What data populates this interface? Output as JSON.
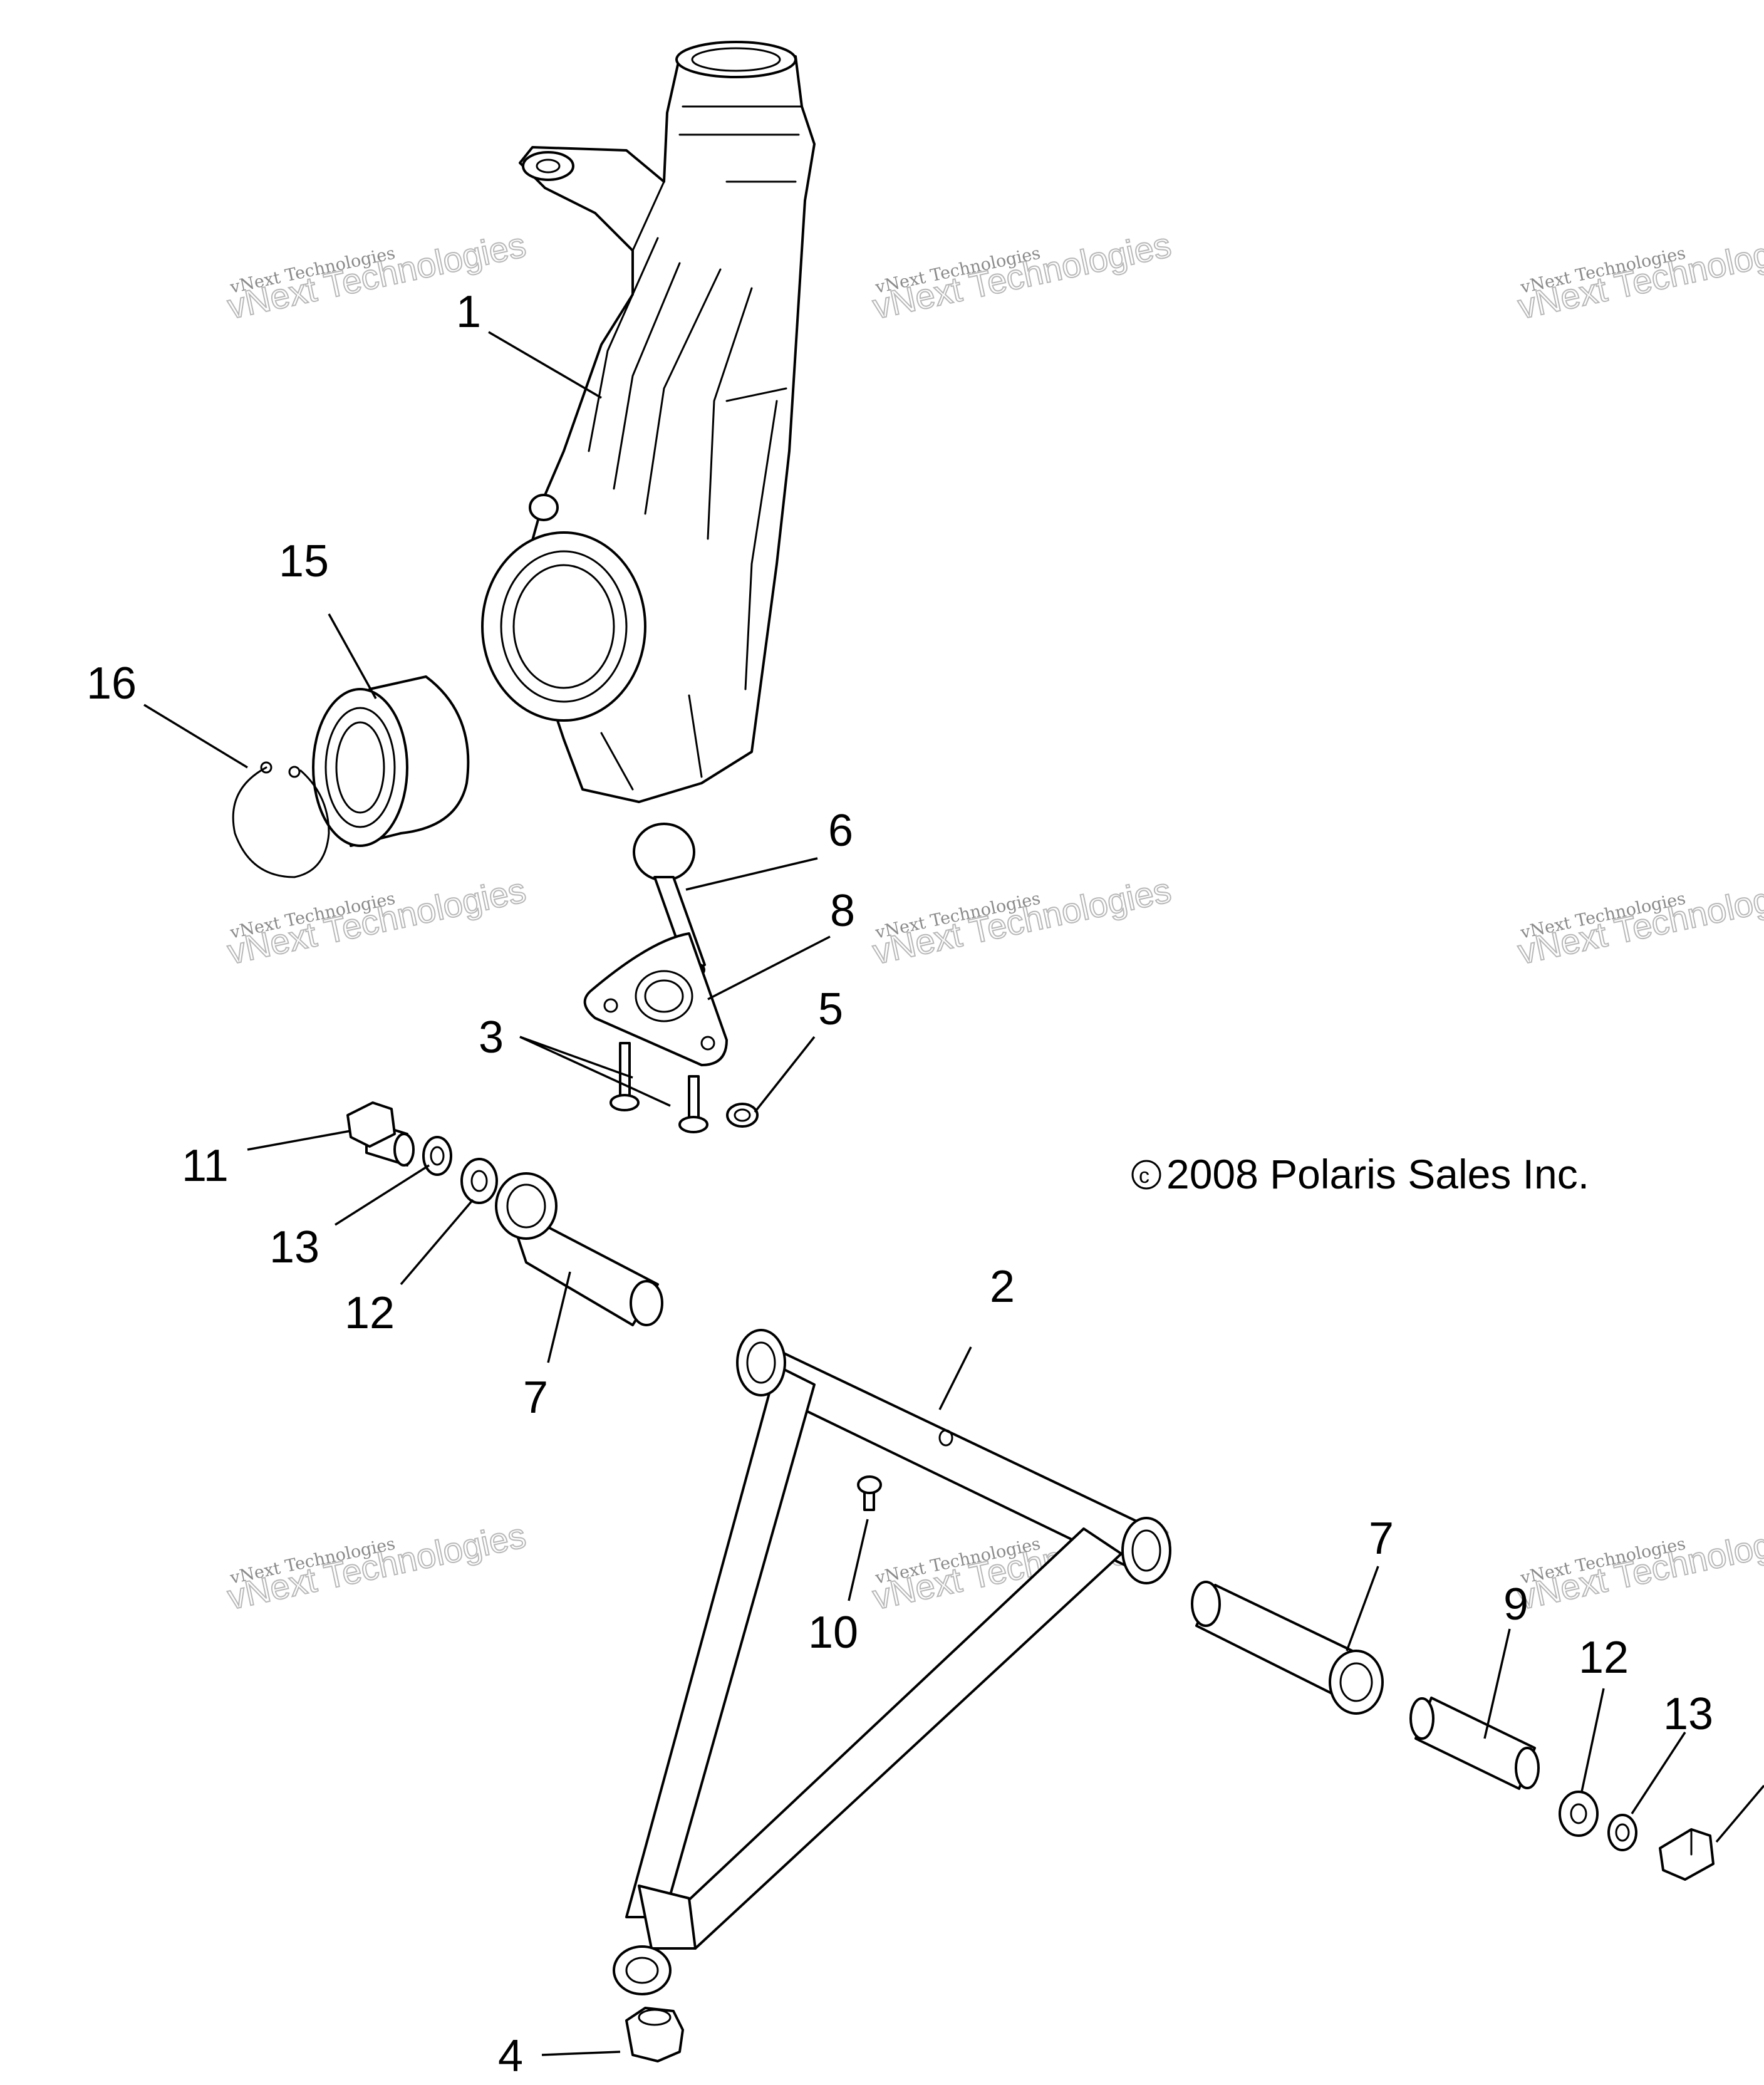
{
  "copyright": {
    "symbol": "c",
    "text": "2008 Polaris Sales Inc."
  },
  "watermark": {
    "line1": "vNext Technologies",
    "line2": "vNext Technologies"
  },
  "callouts": {
    "c1": "1",
    "c2": "2",
    "c3": "3",
    "c4": "4",
    "c5": "5",
    "c6": "6",
    "c7a": "7",
    "c7b": "7",
    "c8": "8",
    "c9": "9",
    "c10": "10",
    "c11": "11",
    "c12a": "12",
    "c12b": "12",
    "c13a": "13",
    "c13b": "13",
    "c15": "15",
    "c16": "16"
  }
}
